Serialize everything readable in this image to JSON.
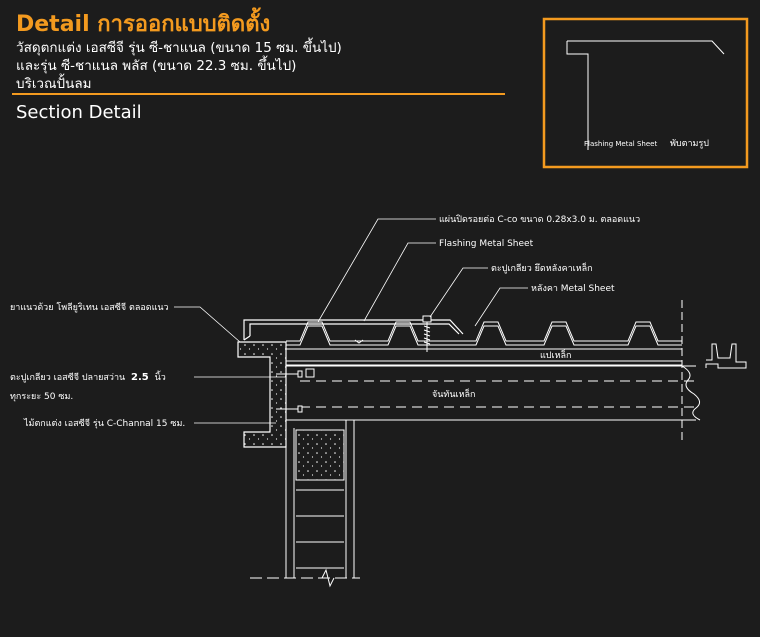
{
  "header": {
    "title": "Detail การออกแบบติดตั้ง",
    "line1": "วัสดุตกแต่ง เอสซีจี รุ่น ซี-ชาแนล (ขนาด 15 ซม. ขึ้นไป)",
    "line2": "และรุ่น ซี-ชาแนล พลัส (ขนาด 22.3 ซม. ขึ้นไป)",
    "line3": "บริเวณปั้นลม",
    "section": "Section Detail"
  },
  "inset": {
    "label_en": "Flashing Metal Sheet",
    "label_th": "พับตามรูป",
    "border_color": "#f39a1f"
  },
  "callouts": {
    "ccoplate": "แผ่นปิดรอยต่อ C-co ขนาด 0.28x3.0 ม. ตลอดแนว",
    "flashing": "Flashing Metal Sheet",
    "screw_roof": "ตะปูเกลียว ยึดหลังคาเหล็ก",
    "roof_sheet": "หลังคา Metal Sheet",
    "sealant": "ยาแนวด้วย โพลียูริเทน เอสซีจี ตลอดแนว",
    "purlin": "แปเหล็ก",
    "screw_line1_a": "ตะปูเกลียว เอสซีจี ปลายสว่าน",
    "screw_line1_b": "2.5",
    "screw_line1_c": "นิ้ว",
    "screw_line2": "ทุกระยะ 50 ซม.",
    "cchannel": "ไม้ตกแต่ง เอสซีจี รุ่น C-Channal 15 ซม.",
    "rafter": "จันทันเหล็ก"
  },
  "colors": {
    "accent": "#f39a1f",
    "background": "#1c1c1c",
    "line": "#ffffff"
  }
}
